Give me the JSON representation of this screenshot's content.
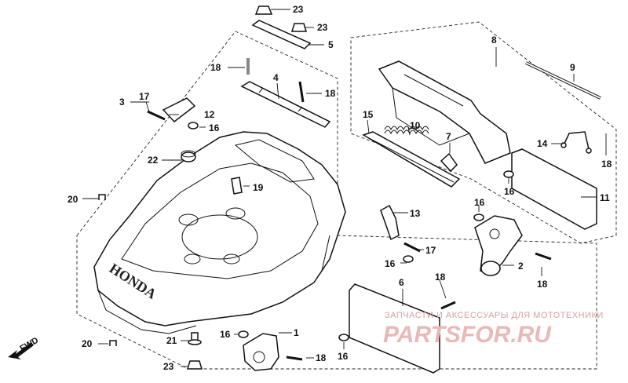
{
  "callouts": [
    {
      "id": "c23a",
      "text": "23"
    },
    {
      "id": "c23b",
      "text": "23"
    },
    {
      "id": "c5",
      "text": "5"
    },
    {
      "id": "c8",
      "text": "8"
    },
    {
      "id": "c18a",
      "text": "18"
    },
    {
      "id": "c4",
      "text": "4"
    },
    {
      "id": "c9",
      "text": "9"
    },
    {
      "id": "c3",
      "text": "3"
    },
    {
      "id": "c17a",
      "text": "17"
    },
    {
      "id": "c18b",
      "text": "18"
    },
    {
      "id": "c12",
      "text": "12"
    },
    {
      "id": "c16a",
      "text": "16"
    },
    {
      "id": "c15",
      "text": "15"
    },
    {
      "id": "c10",
      "text": "10"
    },
    {
      "id": "c7",
      "text": "7"
    },
    {
      "id": "c14",
      "text": "14"
    },
    {
      "id": "c18c",
      "text": "18"
    },
    {
      "id": "c22",
      "text": "22"
    },
    {
      "id": "c19",
      "text": "19"
    },
    {
      "id": "c16b",
      "text": "16"
    },
    {
      "id": "c11",
      "text": "11"
    },
    {
      "id": "c20a",
      "text": "20"
    },
    {
      "id": "c13",
      "text": "13"
    },
    {
      "id": "c16c",
      "text": "16"
    },
    {
      "id": "c17b",
      "text": "17"
    },
    {
      "id": "c16d",
      "text": "16"
    },
    {
      "id": "c2",
      "text": "2"
    },
    {
      "id": "c18d",
      "text": "18"
    },
    {
      "id": "c6",
      "text": "6"
    },
    {
      "id": "c18e",
      "text": "18"
    },
    {
      "id": "c1",
      "text": "1"
    },
    {
      "id": "c16e",
      "text": "16"
    },
    {
      "id": "c20b",
      "text": "20"
    },
    {
      "id": "c21",
      "text": "21"
    },
    {
      "id": "c18f",
      "text": "18"
    },
    {
      "id": "c16f",
      "text": "16"
    },
    {
      "id": "c23c",
      "text": "23"
    }
  ],
  "housing_brand": "HONDA",
  "direction_label": "FWD",
  "watermark": {
    "tagline": "ЗАПЧАСТИ И АКСЕССУАРЫ ДЛЯ МОТОТЕХНИКИ",
    "site": "PARTSFOR.RU"
  }
}
